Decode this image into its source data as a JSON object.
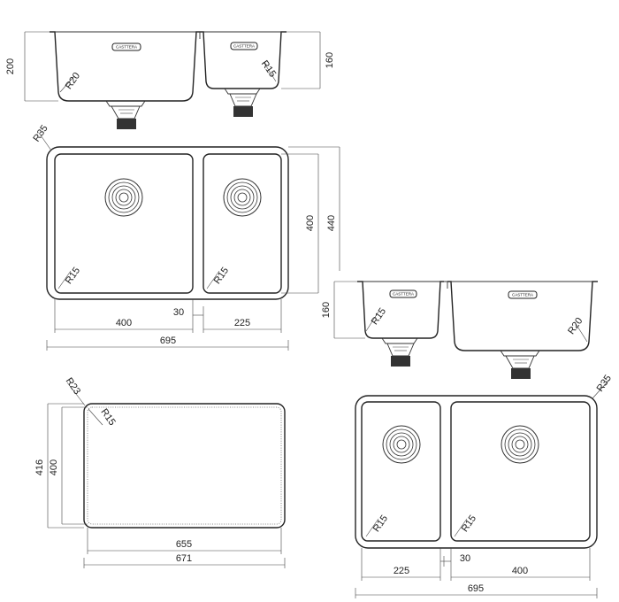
{
  "brand": "CASTTERA",
  "top_left_view": {
    "side_heights": {
      "left": "200",
      "right": "160"
    },
    "section_radii": {
      "large_bowl": "R20",
      "small_bowl": "R15"
    },
    "plan_corner_radius": "R35",
    "inner_radii": {
      "large_bowl": "R15",
      "small_bowl": "R15"
    },
    "heights": {
      "bowl": "400",
      "overall": "440"
    },
    "widths": {
      "large_bowl": "400",
      "gap": "30",
      "small_bowl": "225",
      "overall": "695"
    }
  },
  "bottom_left_view": {
    "outer_radius": "R23",
    "inner_radius": "R15",
    "heights": {
      "outer": "416",
      "inner": "400"
    },
    "widths": {
      "inner": "655",
      "outer": "671"
    }
  },
  "right_view": {
    "side_height": "160",
    "section_radii": {
      "small_bowl": "R15",
      "large_bowl": "R20"
    },
    "plan_corner_radius": "R35",
    "inner_radii": {
      "small_bowl": "R15",
      "large_bowl": "R15"
    },
    "widths": {
      "small_bowl": "225",
      "gap": "30",
      "large_bowl": "400",
      "overall": "695"
    }
  }
}
